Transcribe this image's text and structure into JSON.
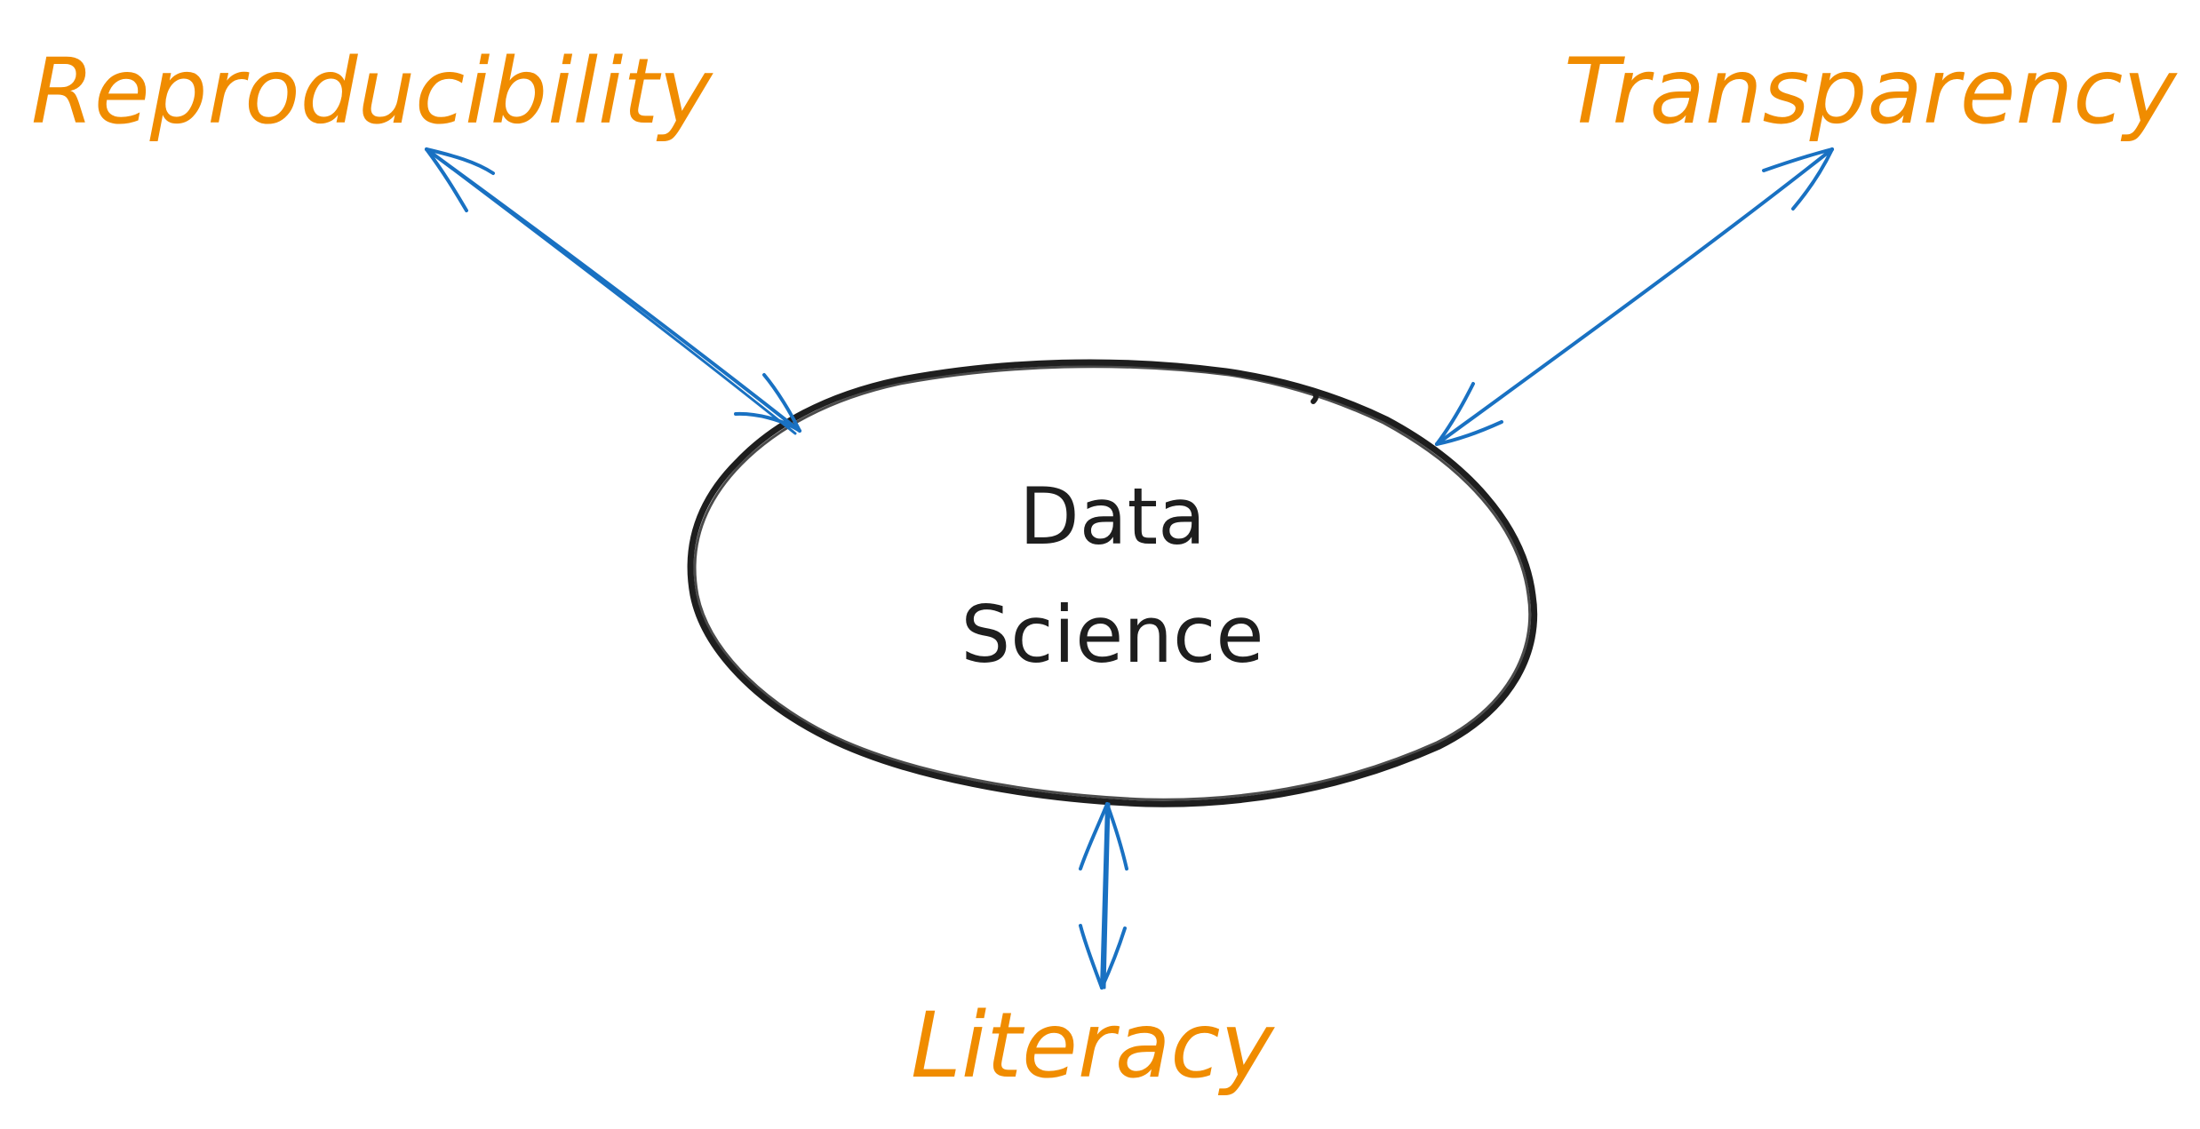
{
  "center": {
    "line1": "Data",
    "line2": "Science"
  },
  "nodes": {
    "reproducibility": "Reproducibility",
    "transparency": "Transparency",
    "literacy": "Literacy"
  },
  "colors": {
    "label": "#F08C00",
    "arrow": "#1971C2",
    "outline": "#1E1E1E",
    "text": "#1E1E1E",
    "background": "#FFFFFF"
  }
}
